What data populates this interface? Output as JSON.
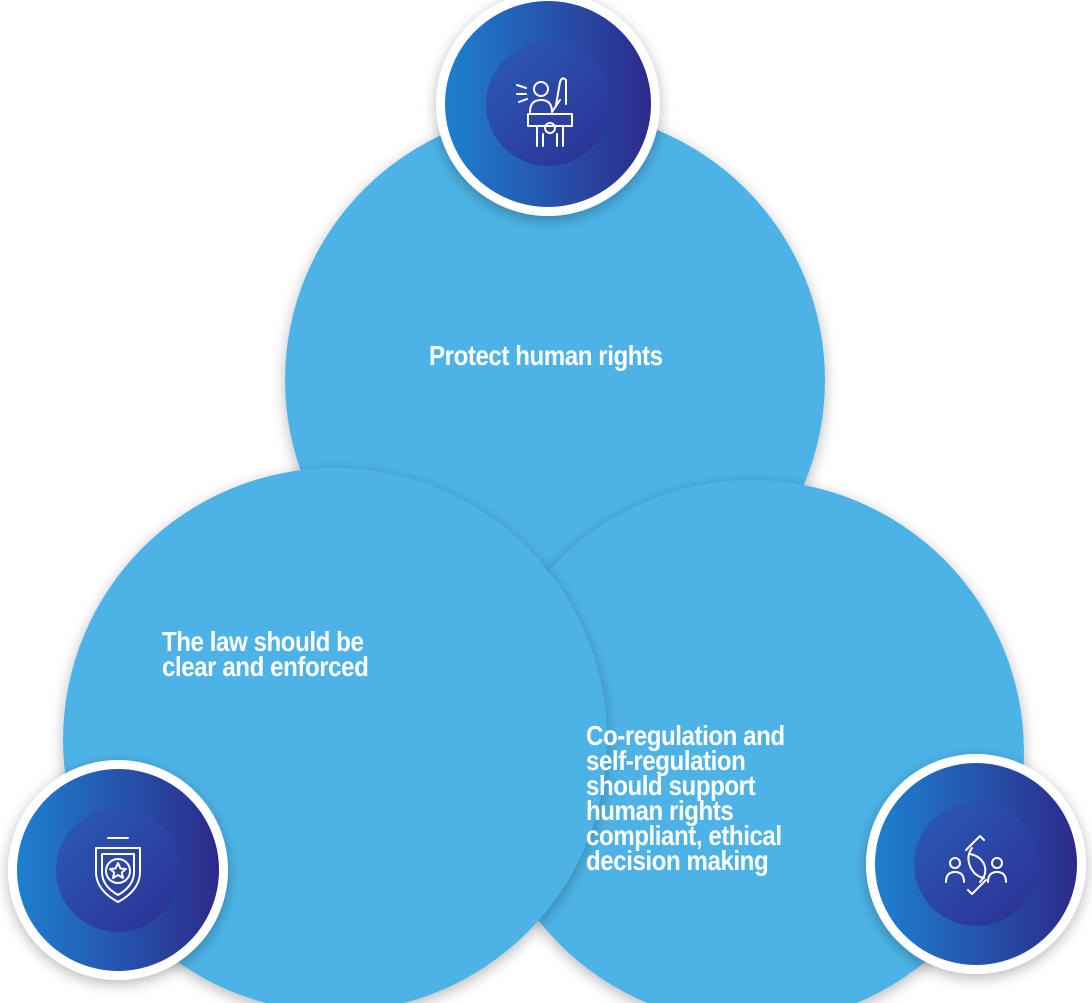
{
  "colors": {
    "circle_fill": "#4eb3e6",
    "badge_light": "#1e80d0",
    "badge_dark": "#2c2a8a",
    "badge_inner": "#2d48a4",
    "text": "#ffffff"
  },
  "circles": [
    {
      "id": "top",
      "label_lines": [
        "Protect human rights"
      ],
      "icon": "protester-icon"
    },
    {
      "id": "left",
      "label_lines": [
        "The law should be",
        "clear and enforced"
      ],
      "icon": "police-badge-icon"
    },
    {
      "id": "right",
      "label_lines": [
        "Co-regulation and",
        "self-regulation",
        "should support",
        "human rights",
        "compliant, ethical",
        "decision making"
      ],
      "icon": "collaboration-cycle-icon"
    }
  ]
}
